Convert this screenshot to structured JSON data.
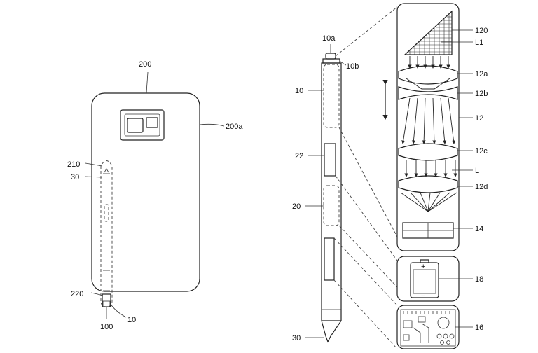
{
  "labels": {
    "l200": "200",
    "l200a": "200a",
    "l210": "210",
    "l30_left": "30",
    "l220": "220",
    "l100": "100",
    "l10_left": "10",
    "l10a": "10a",
    "l10b": "10b",
    "l10_mid": "10",
    "l22": "22",
    "l20": "20",
    "l30_mid": "30",
    "l120": "120",
    "lL1": "L1",
    "l12a": "12a",
    "l12b": "12b",
    "l12": "12",
    "l12c": "12c",
    "lL": "L",
    "l12d": "12d",
    "l14": "14",
    "l18": "18",
    "l16": "16",
    "battery_plus": "+",
    "battery_minus": "−"
  }
}
